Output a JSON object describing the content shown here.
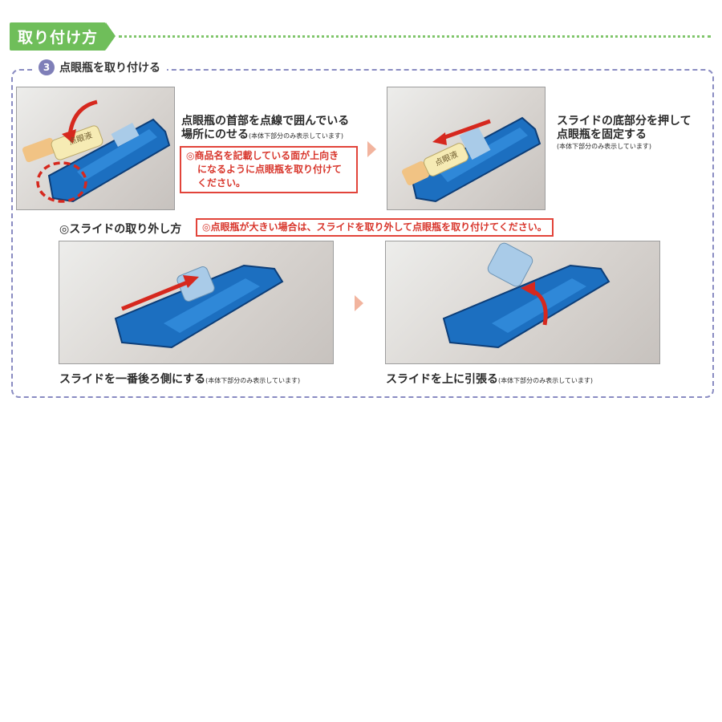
{
  "header": {
    "title": "取り付け方"
  },
  "step": {
    "number": "3",
    "title": "点眼瓶を取り付ける"
  },
  "panel1": {
    "line1": "点眼瓶の首部を点線で囲んでいる",
    "line2": "場所にのせる",
    "note": "(本体下部分のみ表示しています)",
    "bottle_label": "点眼液",
    "warning_lines": [
      "◎商品名を記載している面が上向き",
      "になるように点眼瓶を取り付けて",
      "ください。"
    ]
  },
  "panel2": {
    "line1": "スライドの底部分を押して",
    "line2": "点眼瓶を固定する",
    "note": "(本体下部分のみ表示しています)",
    "bottle_label": "点眼液"
  },
  "removal": {
    "title": "◎スライドの取り外し方",
    "warning": "◎点眼瓶が大きい場合は、スライドを取り外して点眼瓶を取り付けてください。"
  },
  "panel3": {
    "caption": "スライドを一番後ろ側にする",
    "note": "(本体下部分のみ表示しています)"
  },
  "panel4": {
    "caption": "スライドを上に引張る",
    "note": "(本体下部分のみ表示しています)"
  },
  "colors": {
    "accent_green": "#6fbe5a",
    "frame": "#8a8cc2",
    "red": "#e2443a",
    "device_blue": "#1c6fc0"
  }
}
